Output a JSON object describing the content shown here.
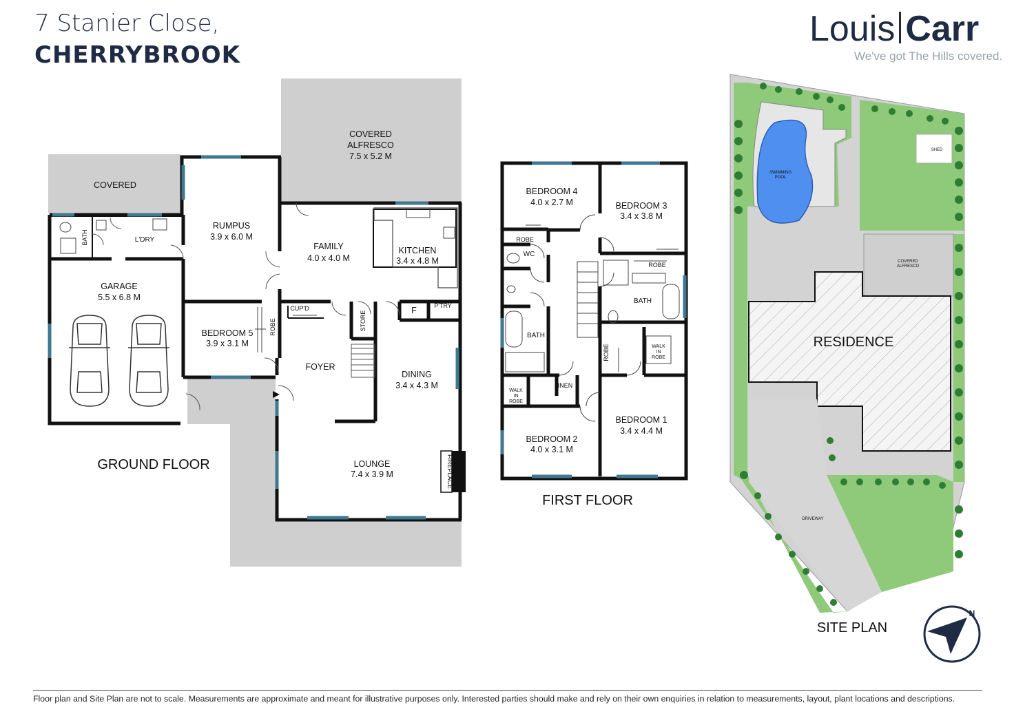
{
  "header": {
    "address_line1": "7 Stanier Close,",
    "address_line2": "CHERRYBROOK"
  },
  "logo": {
    "part1": "Louis",
    "part2": "Carr",
    "tagline": "We've got The Hills covered."
  },
  "ground_floor": {
    "title": "GROUND FLOOR",
    "rooms": {
      "covered": "COVERED",
      "alfresco_name_1": "COVERED",
      "alfresco_name_2": "ALFRESCO",
      "alfresco_dims": "7.5 x 5.2 M",
      "rumpus_name": "RUMPUS",
      "rumpus_dims": "3.9 x 6.0 M",
      "family_name": "FAMILY",
      "family_dims": "4.0 x 4.0 M",
      "kitchen_name": "KITCHEN",
      "kitchen_dims": "3.4 x 4.8 M",
      "bath": "BATH",
      "laundry": "L'DRY",
      "garage_name": "GARAGE",
      "garage_dims": "5.5 x 6.8 M",
      "bedroom5_name": "BEDROOM 5",
      "bedroom5_dims": "3.9 x 3.1 M",
      "robe": "ROBE",
      "cupboard": "CUP'D",
      "store": "STORE",
      "fridge": "F",
      "pantry": "P'TRY",
      "foyer": "FOYER",
      "dining_name": "DINING",
      "dining_dims": "3.4 x 4.3 M",
      "lounge_name": "LOUNGE",
      "lounge_dims": "7.4 x 3.9 M",
      "fireplace": "FIREPLACE"
    }
  },
  "first_floor": {
    "title": "FIRST FLOOR",
    "rooms": {
      "bedroom4_name": "BEDROOM 4",
      "bedroom4_dims": "4.0 x 2.7 M",
      "bedroom3_name": "BEDROOM 3",
      "bedroom3_dims": "3.4 x 3.8 M",
      "robe": "ROBE",
      "wc": "WC",
      "bath": "BATH",
      "bath_main": "BATH",
      "walkin_1": "WALK",
      "walkin_2": "IN",
      "walkin_3": "ROBE",
      "linen": "LINEN",
      "bedroom2_name": "BEDROOM 2",
      "bedroom2_dims": "4.0 x 3.1 M",
      "bedroom1_name": "BEDROOM 1",
      "bedroom1_dims": "3.4 x 4.4 M"
    }
  },
  "site_plan": {
    "title": "SITE PLAN",
    "labels": {
      "pool_1": "SWIMMING",
      "pool_2": "POOL",
      "shed": "SHED",
      "alfresco_1": "COVERED",
      "alfresco_2": "ALFRESCO",
      "residence": "RESIDENCE",
      "driveway": "DRIVEWAY"
    },
    "compass": "N"
  },
  "colors": {
    "wall": "#111111",
    "window": "#3f7890",
    "outdoor": "#cfcfcf",
    "lawn": "#8fc97a",
    "pool": "#4f8ff0",
    "navy": "#1f2a44"
  },
  "footer": {
    "disclaimer": "Floor plan and Site Plan are not to scale. Measurements are approximate and meant for illustrative purposes only.  Interested parties should make and rely on their own enquiries in relation to measurements, layout, plant locations and descriptions."
  }
}
